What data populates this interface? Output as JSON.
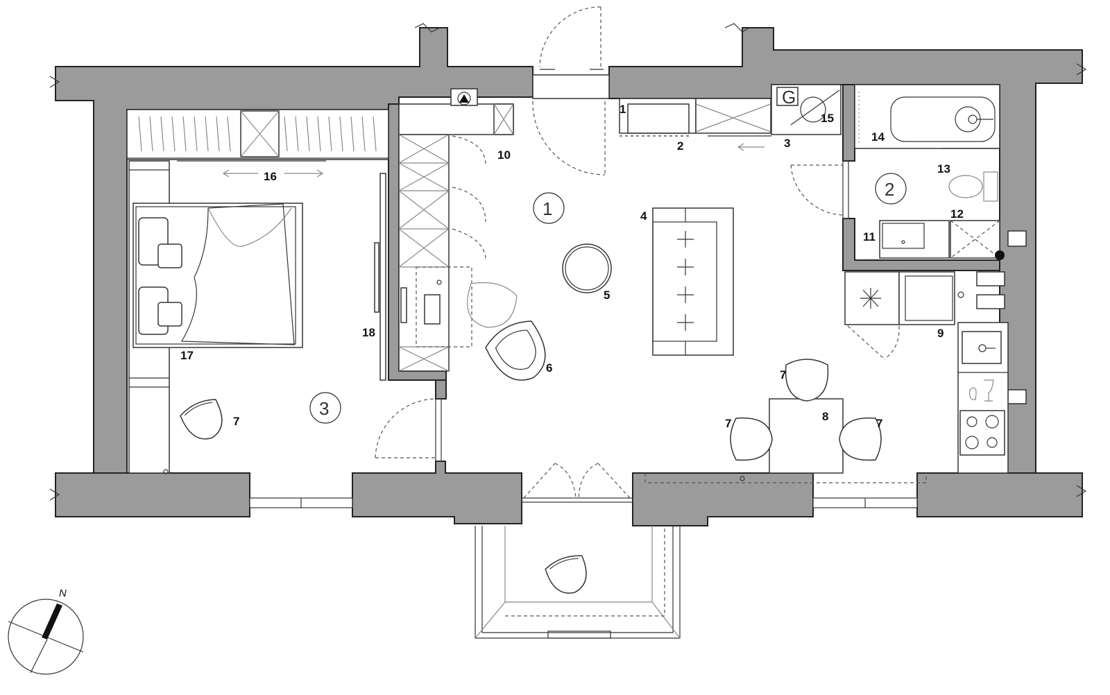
{
  "plan": {
    "labels": {
      "l1": "1",
      "l2": "2",
      "l3": "3",
      "l4": "4",
      "l5": "5",
      "l6": "6",
      "l7": "7",
      "l8": "8",
      "l9": "9",
      "l10": "10",
      "l11": "11",
      "l12": "12",
      "l13": "13",
      "l14": "14",
      "l15": "15",
      "l16": "16",
      "l17": "17",
      "l18": "18"
    },
    "zones": {
      "z1": "1",
      "z2": "2",
      "z3": "3"
    },
    "boiler_letter": "G",
    "north_letter": "N"
  },
  "colors": {
    "wall": "#9b9b9b",
    "line": "#333333"
  }
}
